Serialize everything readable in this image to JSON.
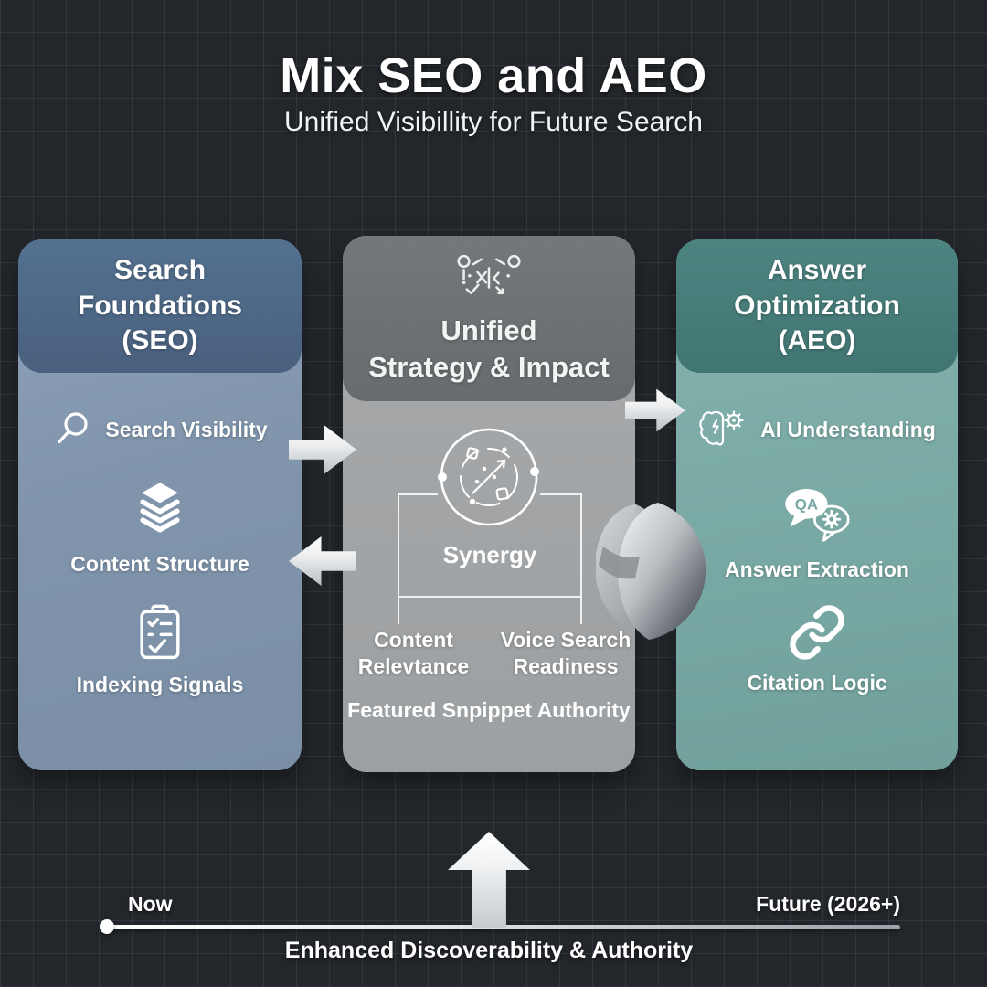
{
  "header": {
    "title": "Mix SEO and AEO",
    "subtitle": "Unified Visibillity for Future Search"
  },
  "panels": {
    "seo": {
      "title_lines": [
        "Search",
        "Foundations",
        "(SEO)"
      ],
      "items": [
        "Search Visibility",
        "Content Structure",
        "Indexing Signals"
      ]
    },
    "unified": {
      "title_lines": [
        "Unified",
        "Strategy & Impact"
      ],
      "synergy_label": "Synergy",
      "sub_items": [
        "Content Relevtance",
        "Voice Search Readiness",
        "Featured Snpippet Authority"
      ]
    },
    "aeo": {
      "title_lines": [
        "Answer",
        "Optimization",
        "(AEO)"
      ],
      "items": [
        "AI Understanding",
        "Answer Extraction",
        "Citation Logic"
      ],
      "qa_badge": "QA"
    }
  },
  "timeline": {
    "start_label": "Now",
    "end_label": "Future (2026+)",
    "caption": "Enhanced Discoverability & Authority"
  },
  "palette": {
    "background": "#23262b",
    "grid_line": "#3c4250",
    "seo_header": "#4d6a88",
    "seo_body": "#8297ad",
    "unified_header": "#6e7174",
    "unified_body": "#a1a3a5",
    "aeo_header": "#477e7b",
    "aeo_body": "#7cada9",
    "arrow_metal": "#d9dde0",
    "text": "#ffffff"
  }
}
